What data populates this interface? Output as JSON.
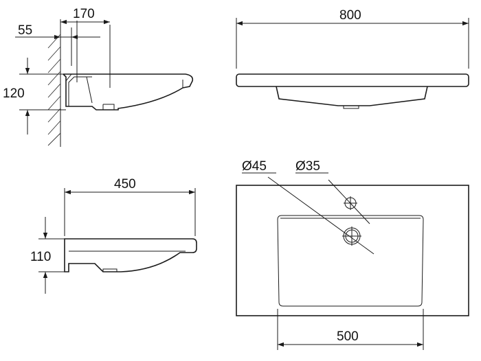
{
  "dimensions": {
    "side_top": "170",
    "side_left_offset": "55",
    "side_height": "120",
    "front_width": "800",
    "profile_depth": "450",
    "profile_height": "110",
    "tap_hole": "Ø35",
    "drain_hole": "Ø45",
    "bowl_width": "500"
  },
  "colors": {
    "line": "#1a1a1a",
    "background": "#ffffff"
  }
}
